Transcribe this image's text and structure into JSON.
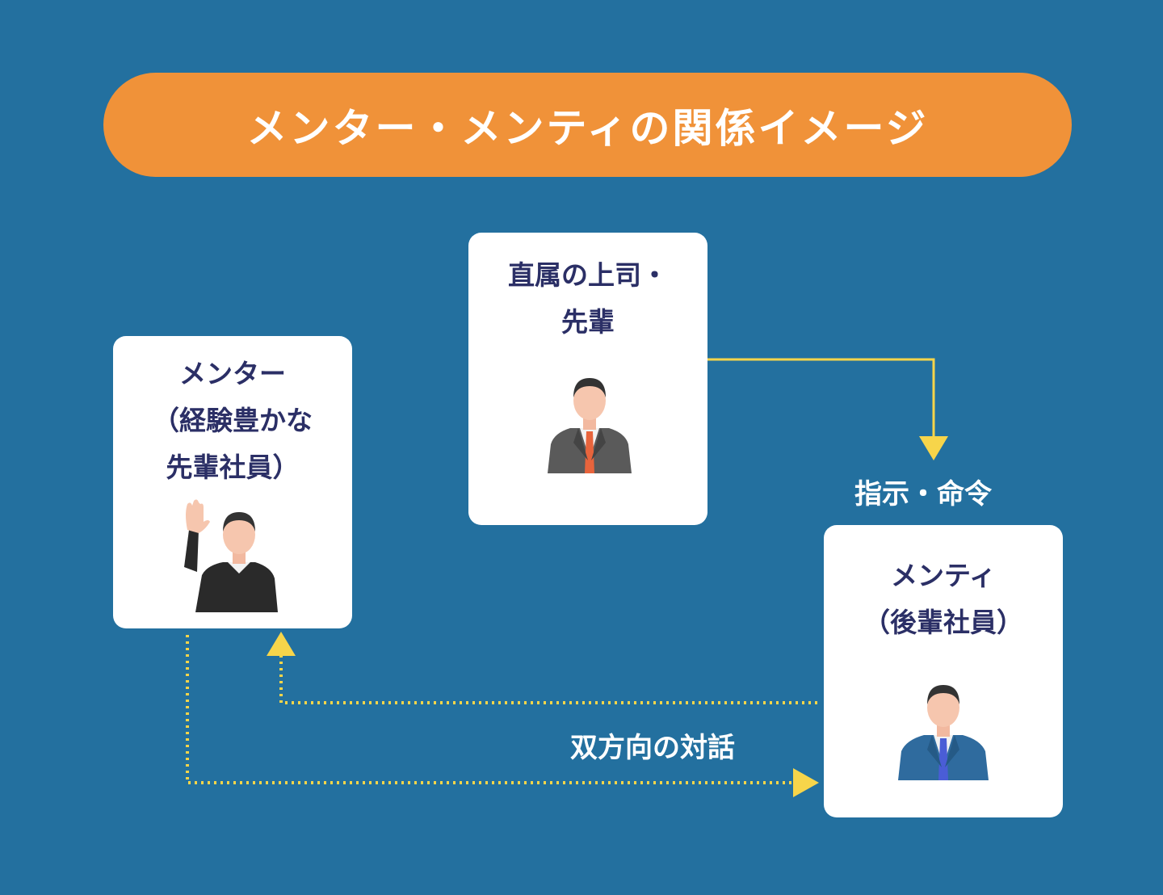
{
  "title": "メンター・メンティの関係イメージ",
  "boss": {
    "label": "直属の上司・\n先輩"
  },
  "mentor": {
    "label": "メンター\n（経験豊かな\n先輩社員）"
  },
  "mentee": {
    "label": "メンティ\n（後輩社員）"
  },
  "instruction_label": "指示・命令",
  "dialogue_label": "双方向の対話",
  "colors": {
    "background": "#23709f",
    "title_pill": "#f09239",
    "arrow": "#f7d54a",
    "card_text": "#2b2f66"
  }
}
